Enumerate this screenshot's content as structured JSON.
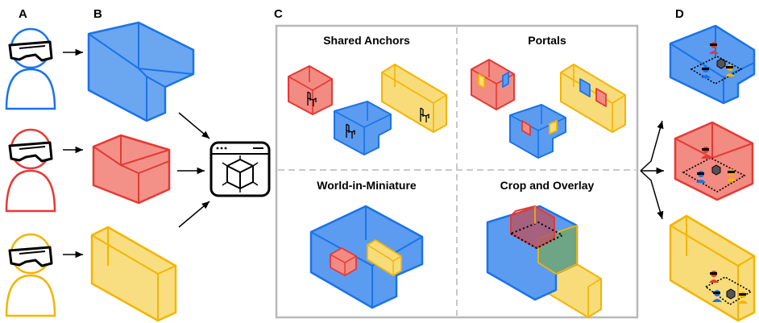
{
  "panels": {
    "a": "A",
    "b": "B",
    "c": "C",
    "d": "D"
  },
  "quadrants": {
    "shared_anchors": "Shared Anchors",
    "portals": "Portals",
    "world_in_miniature": "World-in-Miniature",
    "crop_and_overlay": "Crop and Overlay"
  },
  "colors": {
    "blue_stroke": "#1a73e8",
    "blue_fill": "#5b9cf0",
    "red_stroke": "#e53935",
    "red_fill": "#f28b82",
    "yellow_stroke": "#f4b400",
    "yellow_fill": "#f8dc7a",
    "frame": "#b8b8b8"
  },
  "icons": [
    "user-with-ar-headset-icon",
    "server-cube-icon",
    "chair-icon",
    "avatar-icon",
    "cube-icon"
  ]
}
